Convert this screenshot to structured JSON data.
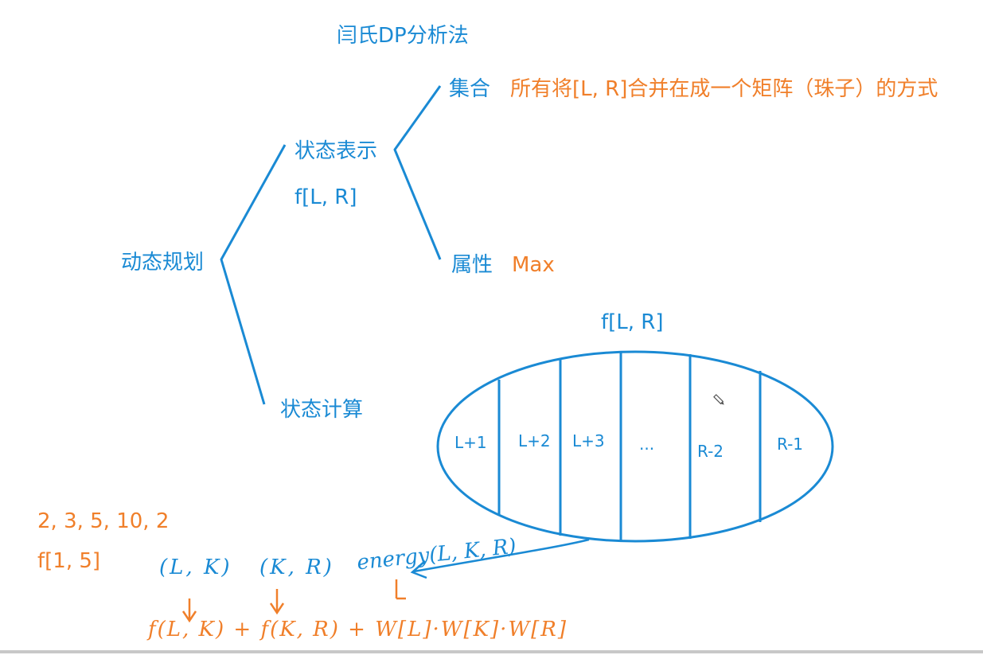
{
  "title": "闫氏DP分析法",
  "root": "动态规划",
  "state_repr": {
    "label": "状态表示",
    "formula": "f[L, R]",
    "set": {
      "label": "集合",
      "desc": "所有将[L, R]合并在成一个矩阵（珠子）的方式"
    },
    "attr": {
      "label": "属性",
      "value": "Max"
    }
  },
  "state_calc": {
    "label": "状态计算"
  },
  "ellipse": {
    "title": "f[L, R]",
    "cells": [
      "L+1",
      "L+2",
      "L+3",
      "...",
      "R-2",
      "R-1"
    ]
  },
  "example": {
    "sequence": "2, 3, 5, 10, 2",
    "query": "f[1, 5]"
  },
  "handwriting": {
    "split_left": "(L, K)",
    "split_right": "(K, R)",
    "energy": "energy(L, K, R)",
    "formula": "f(L, K) + f(K, R) + W[L]·W[K]·W[R]"
  },
  "colors": {
    "blue": "#1a8ad4",
    "orange": "#f07f2a"
  }
}
